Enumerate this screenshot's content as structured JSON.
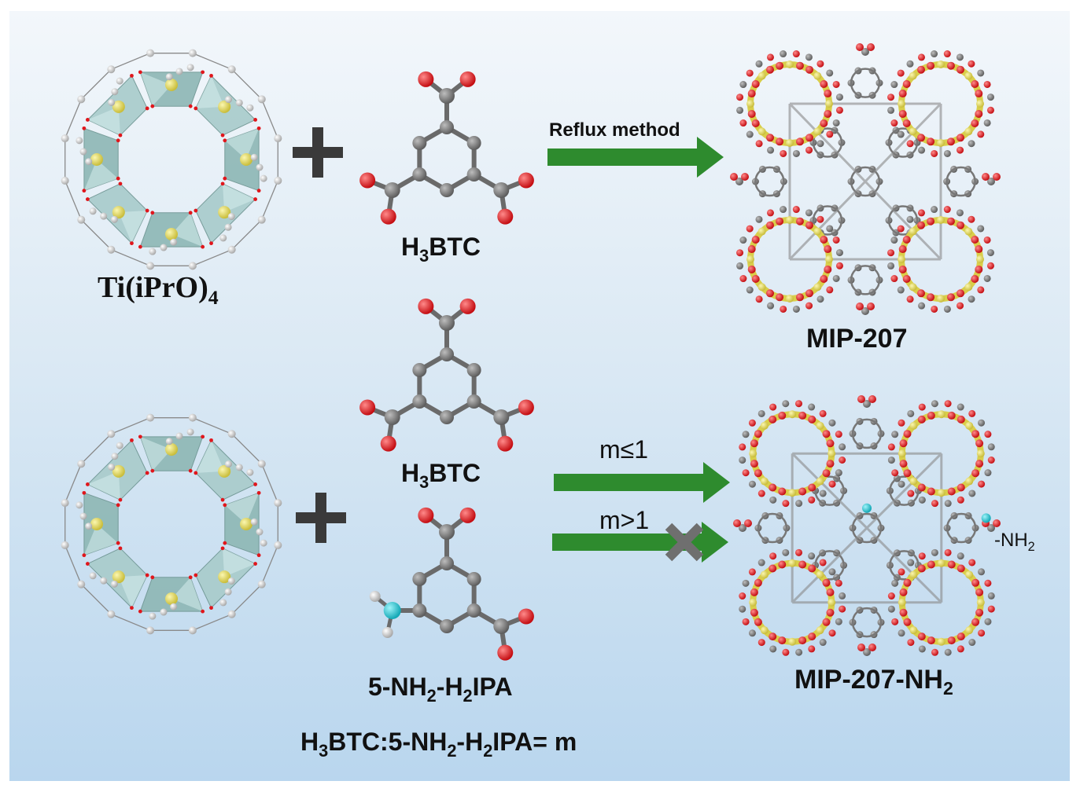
{
  "precursor": {
    "name_main": "Ti(iPrO)",
    "name_sub": "4"
  },
  "linker_btc": {
    "pre": "H",
    "sub": "3",
    "post": "BTC"
  },
  "linker_amine": {
    "a": "5-NH",
    "sub1": "2",
    "b": "-H",
    "sub2": "2",
    "c": "IPA"
  },
  "ratio": {
    "a": "H",
    "sub1": "3",
    "b": "BTC:5-NH",
    "sub2": "2",
    "c": "-H",
    "sub3": "2",
    "d": "IPA= m"
  },
  "arrows": {
    "reflux": "Reflux method",
    "m_le_1": "m≤1",
    "m_gt_1": "m>1"
  },
  "products": {
    "mip207": "MIP-207",
    "mip207nh2_main": "MIP-207-NH",
    "mip207nh2_sub": "2",
    "amine_tag_main": "-NH",
    "amine_tag_sub": "2"
  },
  "colors": {
    "arrow": "#2e8b2e",
    "oxygen": "#e0161c",
    "carbon": "#7a7a7a",
    "titanium": "#e6dc6a",
    "nitrogen": "#27c7d4",
    "cross": "#6f6f6f"
  },
  "icons": [
    "plus-icon",
    "cross-mark-icon",
    "arrow-right-icon"
  ]
}
